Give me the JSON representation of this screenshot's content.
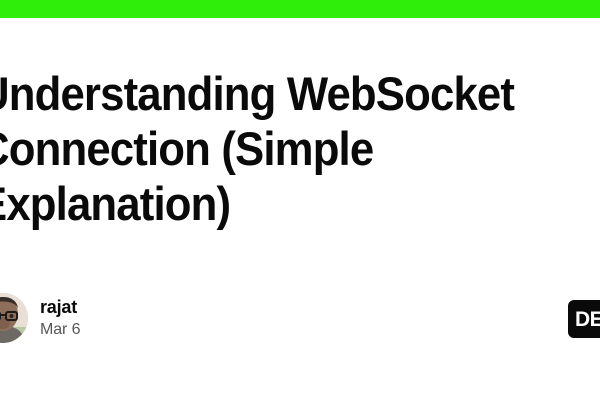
{
  "card": {
    "background_color": "#ffffff",
    "accent_bar_color": "#2fee0a"
  },
  "article": {
    "title": "Understanding WebSocket Connection (Simple Explanation)",
    "title_color": "#0a0a0a"
  },
  "author": {
    "name": "rajat",
    "date": "Mar 6",
    "avatar_alt": "rajat-avatar",
    "name_color": "#0a0a0a",
    "date_color": "#575757"
  },
  "brand": {
    "label": "DEV",
    "badge_color": "#0a0a0a",
    "label_color": "#ffffff"
  }
}
